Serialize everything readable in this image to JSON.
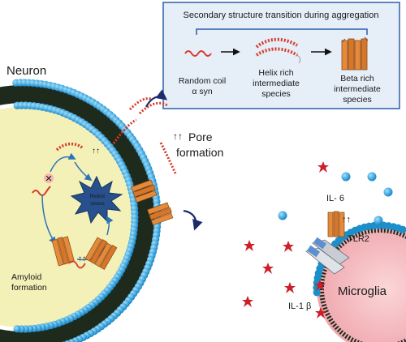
{
  "panel": {
    "title": "Secondary structure transition during aggregation",
    "random_coil": [
      "Random coil",
      "α syn"
    ],
    "helix": [
      "Helix rich",
      "intermediate",
      "species"
    ],
    "beta": [
      "Beta rich",
      "intermediate",
      "species"
    ],
    "border_color": "#2b5fa8",
    "fill_color": "#e6eef8"
  },
  "neuron": {
    "label": "Neuron",
    "cytoplasm_color": "#f3f0b8",
    "membrane_head_color": "#2ea3db",
    "membrane_tail_color": "#1e2a1c"
  },
  "pore": {
    "line1": "Pore",
    "line2": "formation"
  },
  "redox": {
    "line1": "Redox",
    "line2": "stress",
    "color": "#27508c"
  },
  "amyloid": {
    "line1": "Amyloid",
    "line2": "formation"
  },
  "microglia": {
    "label": "Microglia",
    "color": "#f2b8bd",
    "tlr": "TLR2"
  },
  "cytokines": {
    "il6": "IL- 6",
    "il1b": "IL-1 β",
    "il6_color": "#2ea3db",
    "il1b_color": "#cc1f2a"
  },
  "arrow_glyph": "↑↑",
  "blocked_glyph": "✕"
}
